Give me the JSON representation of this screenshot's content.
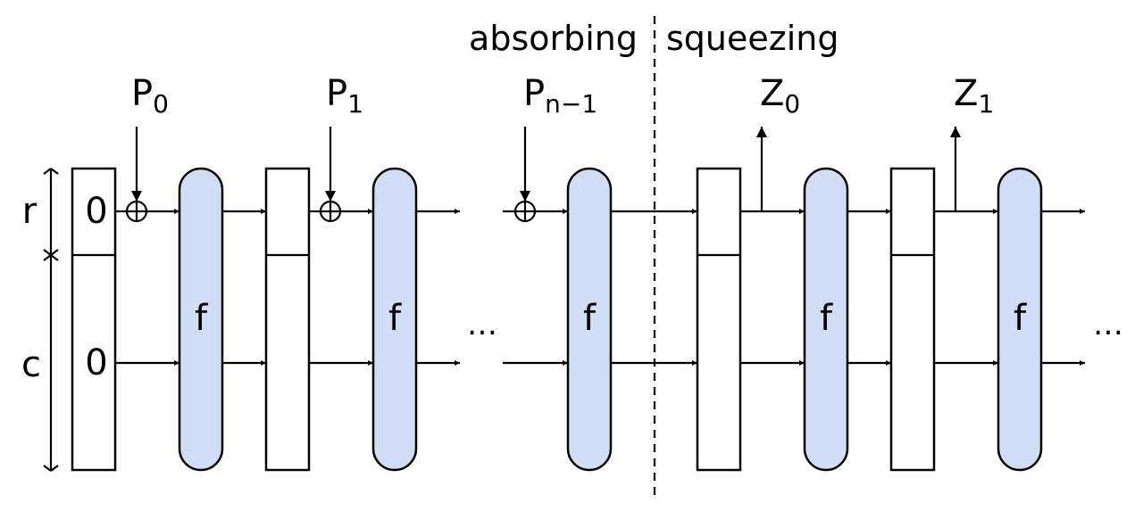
{
  "phases": {
    "absorbing": "absorbing",
    "squeezing": "squeezing"
  },
  "dims": {
    "rate": "r",
    "capacity": "c"
  },
  "initial_values": {
    "rate": "0",
    "capacity": "0"
  },
  "inputs": [
    {
      "base": "P",
      "sub": "0"
    },
    {
      "base": "P",
      "sub": "1"
    },
    {
      "base": "P",
      "sub": "n−1"
    }
  ],
  "outputs": [
    {
      "base": "Z",
      "sub": "0"
    },
    {
      "base": "Z",
      "sub": "1"
    }
  ],
  "function_label": "f",
  "ellipsis": "…"
}
